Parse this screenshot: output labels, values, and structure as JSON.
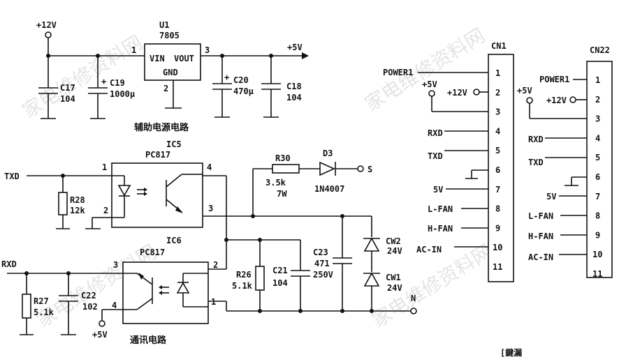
{
  "watermark": "家电维修资料网",
  "power": {
    "v12": "+12V",
    "v5": "+5V"
  },
  "aux": {
    "caption": "辅助电源电路",
    "u1_ref": "U1",
    "u1_part": "7805",
    "u1_vin": "VIN",
    "u1_vout": "VOUT",
    "u1_gnd": "GND",
    "pin1": "1",
    "pin2": "2",
    "pin3": "3",
    "c17_ref": "C17",
    "c17_val": "104",
    "c19_ref": "C19",
    "c19_val": "1000μ",
    "c20_ref": "C20",
    "c20_val": "470μ",
    "c18_ref": "C18",
    "c18_val": "104"
  },
  "comm": {
    "caption": "通讯电路",
    "ic5_ref": "IC5",
    "ic5_part": "PC817",
    "ic6_ref": "IC6",
    "ic6_part": "PC817",
    "txd": "TXD",
    "rxd": "RXD",
    "r28_ref": "R28",
    "r28_val": "12k",
    "r30_ref": "R30",
    "r30_val": "3.5k",
    "r30_pow": "7W",
    "d3_ref": "D3",
    "d3_part": "1N4007",
    "r26_ref": "R26",
    "r26_val": "5.1k",
    "c21_ref": "C21",
    "c21_val": "104",
    "c23_ref": "C23",
    "c23_val": "471",
    "c23_v": "250V",
    "cw2_ref": "CW2",
    "cw2_val": "24V",
    "cw1_ref": "CW1",
    "cw1_val": "24V",
    "r27_ref": "R27",
    "r27_val": "5.1k",
    "c22_ref": "C22",
    "c22_val": "102",
    "node_s": "S",
    "node_n": "N",
    "p1": "1",
    "p2": "2",
    "p3": "3",
    "p4": "4",
    "v5": "+5V"
  },
  "cn1": {
    "ref": "CN1",
    "pins": [
      "1",
      "2",
      "3",
      "4",
      "5",
      "6",
      "7",
      "8",
      "9",
      "10",
      "11"
    ],
    "power1": "POWER1",
    "v5": "+5V",
    "v12": "+12V",
    "rxd": "RXD",
    "txd": "TXD",
    "v5b": "5V",
    "lfan": "L-FAN",
    "hfan": "H-FAN",
    "acin": "AC-IN"
  },
  "cn22": {
    "ref": "CN22",
    "pins": [
      "1",
      "2",
      "3",
      "4",
      "5",
      "6",
      "7",
      "8",
      "9",
      "10",
      "11"
    ],
    "power1": "POWER1",
    "v5": "+5V",
    "v12": "+12V",
    "rxd": "RXD",
    "txd": "TXD",
    "v5b": "5V",
    "lfan": "L-FAN",
    "hfan": "H-FAN",
    "acin": "AC-IN"
  },
  "bottom_fragment": "[鍵漏"
}
